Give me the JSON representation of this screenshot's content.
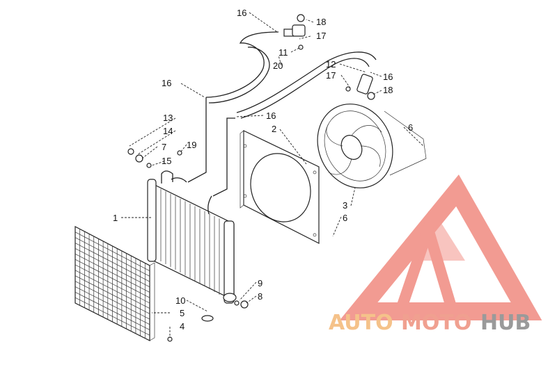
{
  "callouts": [
    {
      "id": "c1",
      "text": "1"
    },
    {
      "id": "c2",
      "text": "2"
    },
    {
      "id": "c3",
      "text": "3"
    },
    {
      "id": "c4",
      "text": "4"
    },
    {
      "id": "c5",
      "text": "5"
    },
    {
      "id": "c6a",
      "text": "6"
    },
    {
      "id": "c6b",
      "text": "6"
    },
    {
      "id": "c7",
      "text": "7"
    },
    {
      "id": "c8",
      "text": "8"
    },
    {
      "id": "c9",
      "text": "9"
    },
    {
      "id": "c10",
      "text": "10"
    },
    {
      "id": "c11",
      "text": "11"
    },
    {
      "id": "c12",
      "text": "12"
    },
    {
      "id": "c13",
      "text": "13"
    },
    {
      "id": "c14",
      "text": "14"
    },
    {
      "id": "c15",
      "text": "15"
    },
    {
      "id": "c16a",
      "text": "16"
    },
    {
      "id": "c16b",
      "text": "16"
    },
    {
      "id": "c16c",
      "text": "16"
    },
    {
      "id": "c16d",
      "text": "16"
    },
    {
      "id": "c17a",
      "text": "17"
    },
    {
      "id": "c17b",
      "text": "17"
    },
    {
      "id": "c18a",
      "text": "18"
    },
    {
      "id": "c18b",
      "text": "18"
    },
    {
      "id": "c19",
      "text": "19"
    },
    {
      "id": "c20",
      "text": "20"
    }
  ],
  "watermark": {
    "word_auto": "AUTO",
    "word_moto": "MOTO",
    "word_hub": "HUB",
    "colors": {
      "auto": "#f5c28a",
      "moto": "#f0a090",
      "hub": "#9a9a9a",
      "logo": "#f08a80"
    }
  }
}
